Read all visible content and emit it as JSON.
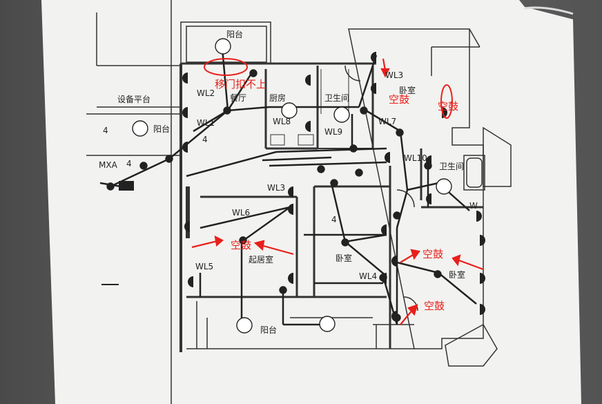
{
  "rooms": {
    "balcony": "阳台",
    "equipment_platform": "设备平台",
    "dining": "餐厅",
    "kitchen": "厨房",
    "bathroom": "卫生间",
    "bedroom": "卧室",
    "living": "起居室"
  },
  "circuits": {
    "wl1": "WL1",
    "wl2": "WL2",
    "wl3": "WL3",
    "wl4": "WL4",
    "wl5": "WL5",
    "wl6": "WL6",
    "wl7": "WL7",
    "wl8": "WL8",
    "wl9": "WL9",
    "wl10": "WL10",
    "mxa": "MXA",
    "w": "W"
  },
  "counts": {
    "n4": "4"
  },
  "annotations": {
    "door_issue": "移门扣不上",
    "hollow": "空鼓"
  },
  "colors": {
    "paper": "#f2f2f0",
    "ink": "#222222",
    "markup": "#e8201a"
  }
}
